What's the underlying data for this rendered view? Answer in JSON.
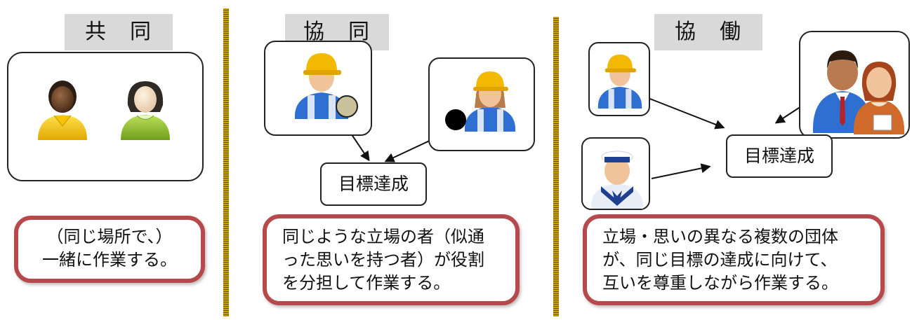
{
  "panels": [
    {
      "title": "共　同",
      "description_lines": [
        "（同じ場所で、）",
        "一緒に作業する。"
      ]
    },
    {
      "title": "協　同",
      "goal_label": "目標達成",
      "description_lines": [
        "同じような立場の者（似通",
        "った思いを持つ者）が役割",
        "を分担して作業する。"
      ]
    },
    {
      "title": "協　働",
      "goal_label": "目標達成",
      "description_lines": [
        "立場・思いの異なる複数の団体",
        "が、同じ目標の達成に向けて、",
        "互いを尊重しながら作業する。"
      ]
    }
  ],
  "icons": {
    "panel1": [
      "person-dark-yellow-icon",
      "person-light-green-icon"
    ],
    "panel2": [
      "worker-hardhat-icon",
      "worker-hardhat-icon"
    ],
    "panel3": [
      "worker-hardhat-icon",
      "business-people-icon",
      "sailor-icon"
    ]
  },
  "colors": {
    "title_bg": "#d9d9d9",
    "desc_border": "#b5494b",
    "divider": "#c9a200",
    "worker_body": "#2f6fd1",
    "hardhat": "#f3b800",
    "token_light": "#c9c19a",
    "token_dark": "#000000"
  }
}
